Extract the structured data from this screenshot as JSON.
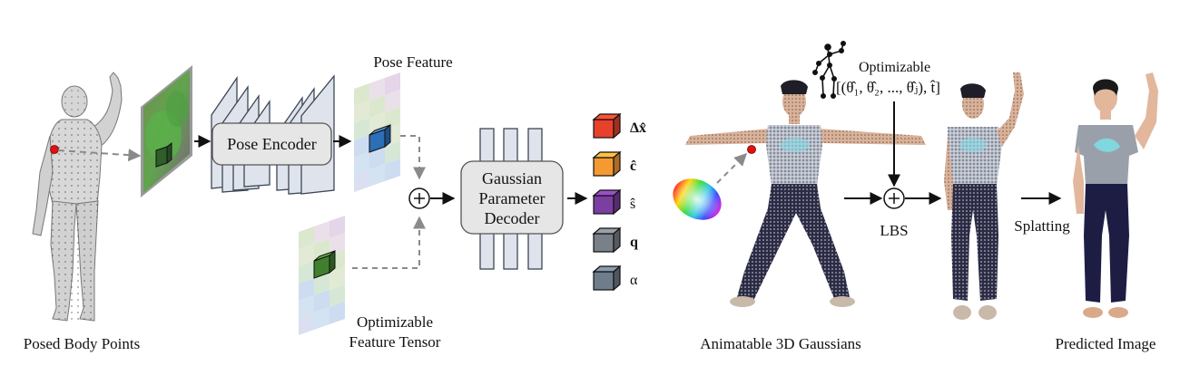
{
  "labels": {
    "posed_body_points": "Posed Body Points",
    "pose_encoder": "Pose Encoder",
    "pose_feature": "Pose Feature",
    "optimizable_feature_tensor_line1": "Optimizable",
    "optimizable_feature_tensor_line2": "Feature Tensor",
    "gaussian_decoder_line1": "Gaussian",
    "gaussian_decoder_line2": "Parameter",
    "gaussian_decoder_line3": "Decoder",
    "animatable_gaussians": "Animatable 3D Gaussians",
    "optimizable": "Optimizable",
    "pose_params": "[(θ̂₁, θ̂₂, ..., θ̂ⱼ), t̂]",
    "lbs": "LBS",
    "splatting": "Splatting",
    "predicted_image": "Predicted Image"
  },
  "gaussian_params": [
    {
      "symbol": "Δx̂",
      "color": "#e8412b",
      "bold": true
    },
    {
      "symbol": "ĉ",
      "color": "#f59a33",
      "bold": true
    },
    {
      "symbol": "ŝ",
      "color": "#7b3fa0",
      "bold": false
    },
    {
      "symbol": "q",
      "color": "#7a8088",
      "bold": true
    },
    {
      "symbol": "α",
      "color": "#6f7c8a",
      "bold": false
    }
  ],
  "colors": {
    "arrow": "#111111",
    "dashed": "#8a8a8a",
    "keypoint": "#e01010",
    "panel": "#dfe4ec",
    "panel_stroke": "#3c4656",
    "box_fill": "#e6e6e6"
  }
}
